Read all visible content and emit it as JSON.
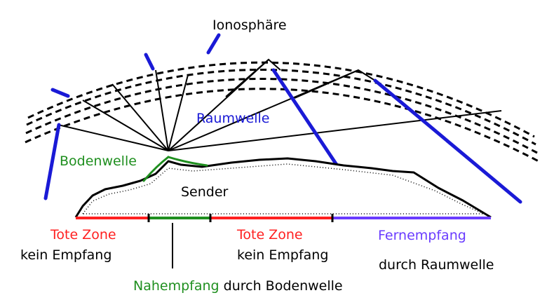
{
  "diagram": {
    "labels": {
      "ionosphere": "Ionosphäre",
      "sky_wave": "Raumwelle",
      "ground_wave": "Bodenwelle",
      "transmitter": "Sender"
    },
    "zones": [
      {
        "line1": "Tote Zone",
        "line2": "kein Empfang"
      },
      {
        "line1": "Tote Zone",
        "line2": "kein Empfang"
      },
      {
        "line1": "Fernempfang",
        "line2": "durch Raumwelle"
      }
    ],
    "near_reception": {
      "highlight": "Nahempfang",
      "rest": " durch Bodenwelle"
    },
    "colors": {
      "red": "#ff2020",
      "green": "#1f8f1f",
      "blue": "#1a1ad6",
      "purple": "#6a3cff",
      "black": "#000000"
    }
  }
}
